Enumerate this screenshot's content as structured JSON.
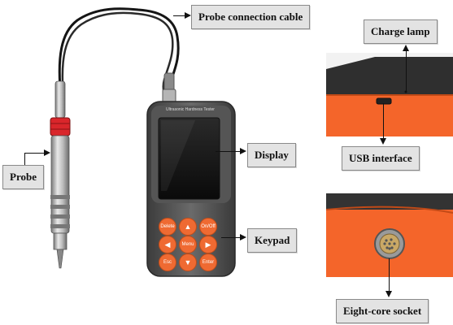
{
  "labels": {
    "probe_cable": "Probe connection cable",
    "charge_lamp": "Charge lamp",
    "display": "Display",
    "usb_interface": "USB interface",
    "probe": "Probe",
    "keypad": "Keypad",
    "eight_core_socket": "Eight-core socket"
  },
  "device": {
    "screen_title": "Ultrasonic Hardness Tester"
  },
  "keys": {
    "delete": "Delete",
    "up": "▲",
    "onoff": "On/Off",
    "left": "◀",
    "menu": "Menu",
    "right": "▶",
    "esc": "Esc",
    "down": "▼",
    "enter": "Enter"
  },
  "colors": {
    "accent_orange": "#ef6a32",
    "device_body": "#5a5a5a",
    "callout_fill": "#e3e3e3"
  }
}
